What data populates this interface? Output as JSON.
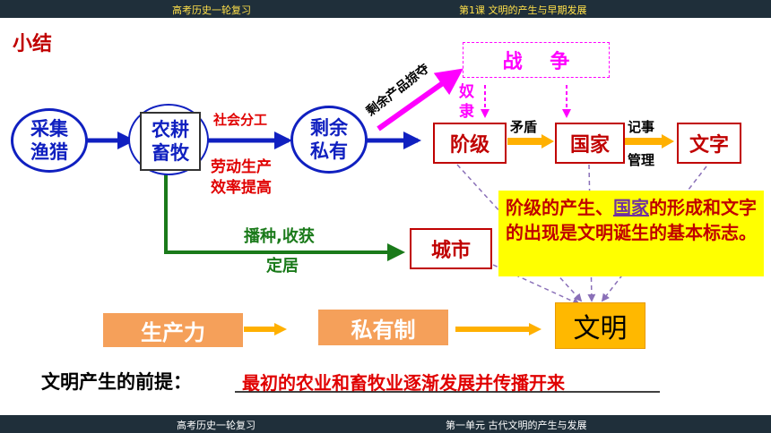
{
  "header": {
    "left": "高考历史一轮复习",
    "right": "第1课   文明的产生与早期发展"
  },
  "footer": {
    "left": "高考历史一轮复习",
    "right": "第一单元   古代文明的产生与发展"
  },
  "title": "小结",
  "nodes": {
    "gather": "采集\n渔猎",
    "farm": "农耕\n畜牧",
    "surplus": "剩余\n私有",
    "war": "战    争",
    "class": "阶级",
    "state": "国家",
    "writing": "文字",
    "city": "城市",
    "civilization": "文明"
  },
  "labels": {
    "division": "社会分工",
    "productivity_1": "劳动生产",
    "productivity_2": "效率提高",
    "plunder": "剩余产品掠夺",
    "slave_1": "奴",
    "slave_2": "隶",
    "conflict": "矛盾",
    "record": "记事",
    "manage": "管理",
    "sow_1": "播种,收获",
    "sow_2": "定居"
  },
  "note": {
    "part1": "阶级的产生、",
    "underlined": "国家",
    "part2": "的形成和文字的出现是文明诞生的基本标志。"
  },
  "chain": {
    "productivity": "生产力",
    "private": "私有制"
  },
  "premise": {
    "label": "文明产生的前提：",
    "answer": "最初的农业和畜牧业逐渐发展并传播开来"
  },
  "colors": {
    "dark_bar": "#1f2f3a",
    "header_text": "#ffe04a",
    "blue": "#1020c0",
    "red": "#c00000",
    "green": "#1a7a1a",
    "magenta": "#ff00ff",
    "orange": "#f5a05a",
    "note_bg": "#ffff00",
    "premise_answer": "#e00000"
  }
}
